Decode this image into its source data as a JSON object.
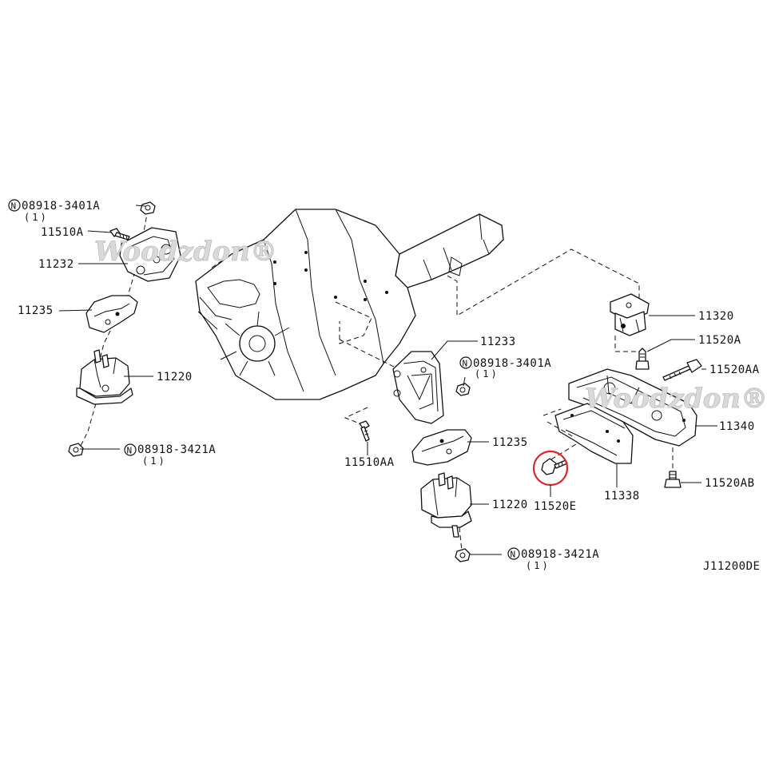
{
  "diagram_code": "J11200DE",
  "watermark": "Woodzdon®",
  "nut_prefix": "N",
  "labels": {
    "n08918_3401a_left": "08918-3401A",
    "qty_1_a": "(1)",
    "p11510a": "11510A",
    "p11232": "11232",
    "p11235_left": "11235",
    "p11220_left": "11220",
    "n08918_3421a_left": "08918-3421A",
    "qty_1_b": "(1)",
    "p11233": "11233",
    "n08918_3401a_mid": "08918-3401A",
    "qty_1_c": "(1)",
    "p11510aa": "11510AA",
    "p11235_mid": "11235",
    "p11220_mid": "11220",
    "n08918_3421a_mid": "08918-3421A",
    "qty_1_d": "(1)",
    "p11320": "11320",
    "p11520a": "11520A",
    "p11520aa": "11520AA",
    "p11340": "11340",
    "p11520ab": "11520AB",
    "p11338": "11338",
    "p11520e": "11520E"
  },
  "highlight": {
    "part": "11520E",
    "color": "#d9262b"
  }
}
